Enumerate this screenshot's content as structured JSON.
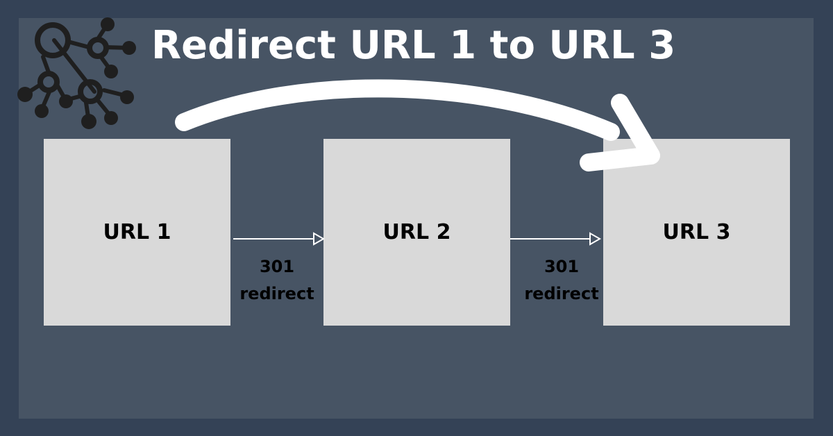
{
  "title": "Redirect URL 1 to URL 3",
  "logo_icon": "network-nodes-icon",
  "nodes": [
    {
      "label": "URL 1"
    },
    {
      "label": "URL 2"
    },
    {
      "label": "URL 3"
    }
  ],
  "edges": [
    {
      "from": "URL 1",
      "to": "URL 2",
      "line1": "301",
      "line2": "redirect"
    },
    {
      "from": "URL 2",
      "to": "URL 3",
      "line1": "301",
      "line2": "redirect"
    }
  ],
  "big_arrow": {
    "from": "URL 1",
    "to": "URL 3"
  },
  "colors": {
    "background": "#344256",
    "panel": "#475464",
    "box": "#d9d9d9",
    "title": "#ffffff",
    "logo": "#1f1f1f"
  }
}
